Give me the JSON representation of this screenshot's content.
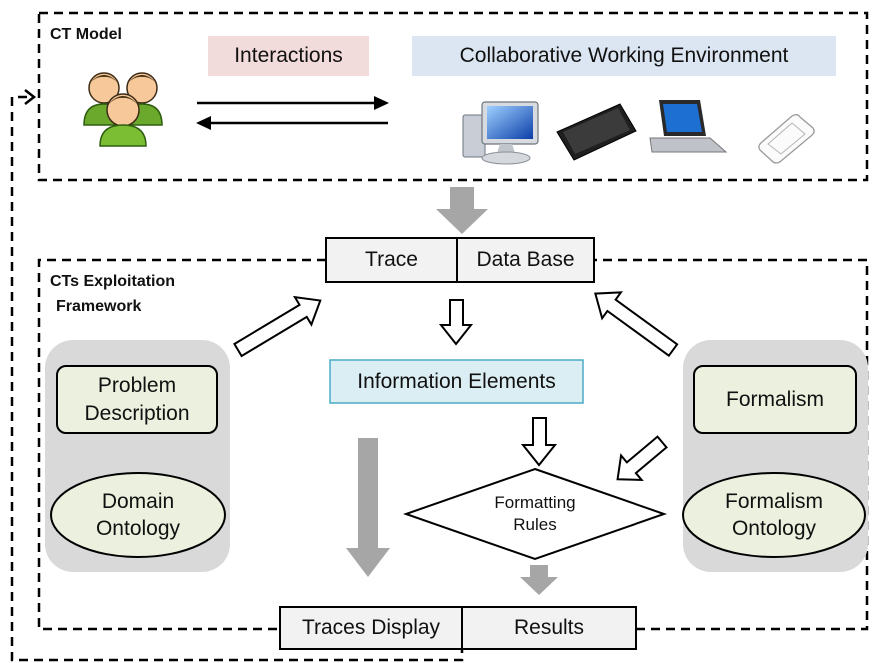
{
  "ct_model": {
    "title": "CT Model",
    "interactions_label": "Interactions",
    "environment_label": "Collaborative Working Environment",
    "icons": [
      "users-group-icon",
      "desktop-computer-icon",
      "tablet-icon",
      "laptop-icon",
      "smartphone-icon"
    ]
  },
  "database": {
    "trace": "Trace",
    "data_base": "Data Base"
  },
  "framework": {
    "title_line1": "CTs Exploitation",
    "title_line2": "Framework"
  },
  "left_panel": {
    "problem_line1": "Problem",
    "problem_line2": "Description",
    "domain_line1": "Domain",
    "domain_line2": "Ontology"
  },
  "center": {
    "info_elements": "Information Elements",
    "rules_line1": "Formatting",
    "rules_line2": "Rules"
  },
  "right_panel": {
    "formalism": "Formalism",
    "ontology_line1": "Formalism",
    "ontology_line2": "Ontology"
  },
  "output": {
    "traces_display": "Traces Display",
    "results": "Results"
  },
  "colors": {
    "interactions_bg": "#f2dcdb",
    "environment_bg": "#dce6f2",
    "info_bg": "#dbeef4",
    "info_border": "#4bacc6",
    "panel_bg": "#d9d9d9",
    "shape_fill": "#ebf1de",
    "gray_arrow": "#a6a6a6"
  }
}
